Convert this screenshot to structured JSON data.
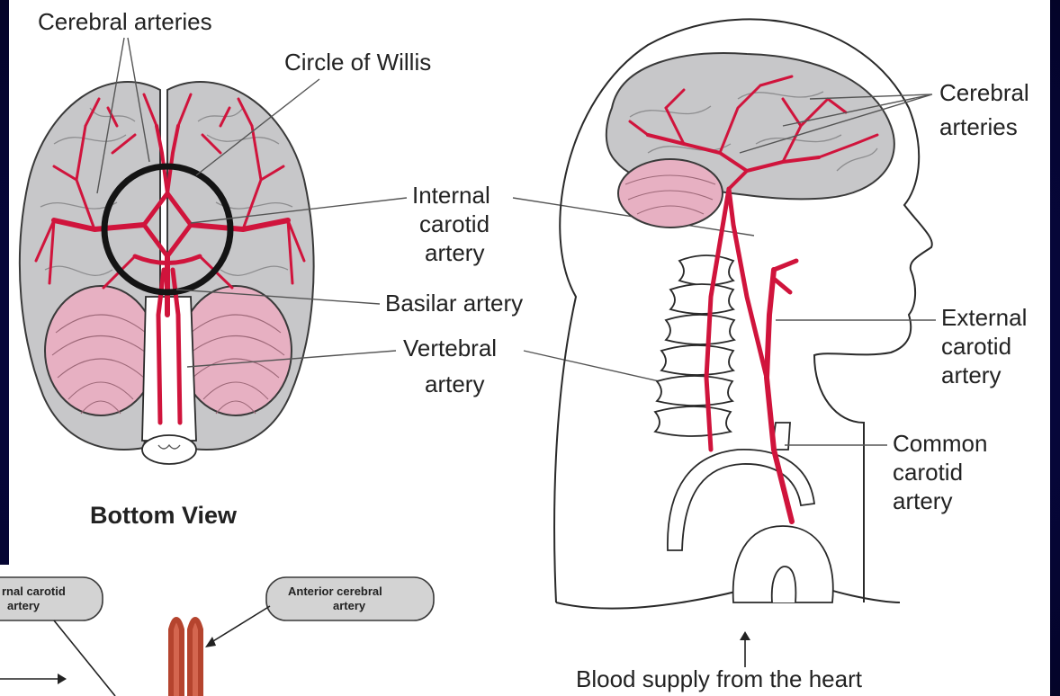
{
  "left_diagram": {
    "label_cerebral_arteries": "Cerebral arteries",
    "label_circle_of_willis": "Circle of Willis",
    "label_internal_carotid": [
      "Internal",
      "carotid",
      "artery"
    ],
    "label_basilar": "Basilar artery",
    "label_vertebral": [
      "Vertebral",
      "artery"
    ],
    "caption": "Bottom View"
  },
  "right_diagram": {
    "label_cerebral_arteries": [
      "Cerebral",
      "arteries"
    ],
    "label_external_carotid": [
      "External",
      "carotid",
      "artery"
    ],
    "label_common_carotid": [
      "Common",
      "carotid",
      "artery"
    ],
    "label_blood_supply": "Blood supply from the heart"
  },
  "inset": {
    "callout_internal_carotid": [
      "rnal carotid",
      "artery"
    ],
    "callout_anterior_cerebral": [
      "Anterior cerebral",
      "artery"
    ]
  },
  "colors": {
    "background": "#05053a",
    "artery": "#d0143c",
    "brain": "#c7c7c9",
    "cerebellum": "#e7b0c2"
  }
}
